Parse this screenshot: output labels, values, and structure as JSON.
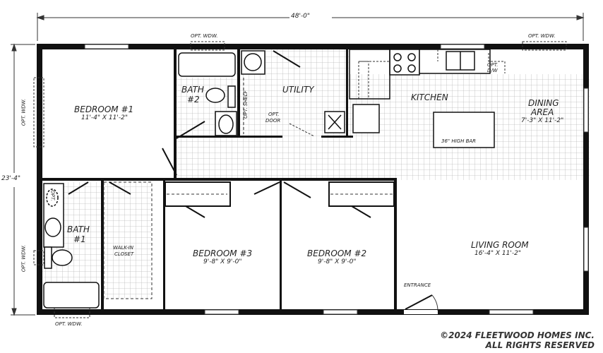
{
  "plan": {
    "overall_width": "48'-0\"",
    "overall_depth": "23'-4\"",
    "copyright_line1": "©2024 FLEETWOOD HOMES INC.",
    "copyright_line2": "ALL RIGHTS RESERVED"
  },
  "rooms": {
    "bedroom1": {
      "name": "BEDROOM #1",
      "size": "11'-4\" X 11'-2\""
    },
    "bath2": {
      "name": "BATH",
      "num": "#2"
    },
    "utility": {
      "name": "UTILITY"
    },
    "kitchen": {
      "name": "KITCHEN"
    },
    "dining": {
      "name1": "DINING",
      "name2": "AREA",
      "size": "7'-3\" X 11'-2\""
    },
    "bath1": {
      "name": "BATH",
      "num": "#1"
    },
    "walkin": {
      "name1": "WALK-IN",
      "name2": "CLOSET"
    },
    "bedroom3": {
      "name": "BEDROOM #3",
      "size": "9'-8\" X 9'-0\""
    },
    "bedroom2": {
      "name": "BEDROOM #2",
      "size": "9'-8\" X 9'-0\""
    },
    "living": {
      "name": "LIVING ROOM",
      "size": "16'-4\" X 11'-2\""
    }
  },
  "annotations": {
    "opt_wdw": "OPT. WDW.",
    "opt_shelf": "OPT. SHELF",
    "opt_door": "OPT.",
    "opt_door2": "DOOR",
    "opt_dw": "OPT.",
    "opt_dw2": "D/W",
    "opt": "OPT.",
    "high_bar": "36\" HIGH BAR",
    "entrance": "ENTRANCE"
  }
}
